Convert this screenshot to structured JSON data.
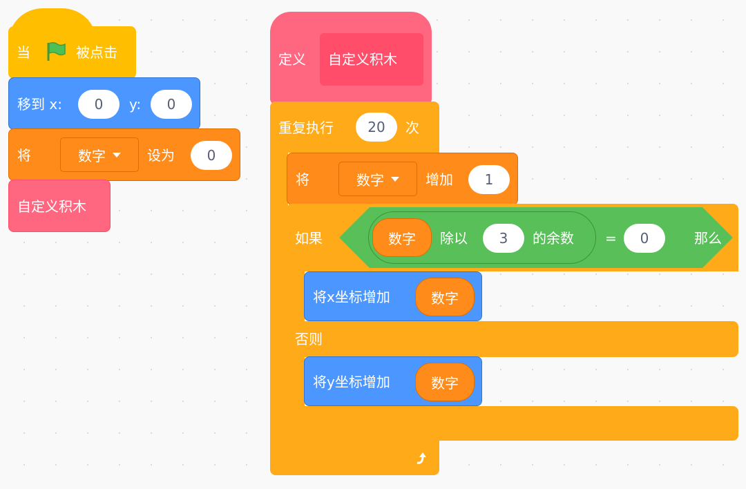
{
  "colors": {
    "events": "#ffbf00",
    "motion": "#4c97ff",
    "variables": "#ff8c1a",
    "myblocks": "#ff6680",
    "control": "#ffab19",
    "operators": "#59c059"
  },
  "script1": {
    "hat": {
      "before": "当",
      "icon": "green-flag-icon",
      "after": "被点击"
    },
    "goto": {
      "label": "移到 x:",
      "x": "0",
      "ylabel": "y:",
      "y": "0"
    },
    "setvar": {
      "label": "将",
      "var": "数字",
      "to": "设为",
      "value": "0"
    },
    "call": {
      "label": "自定义积木"
    }
  },
  "script2": {
    "define": {
      "label": "定义",
      "name": "自定义积木"
    },
    "repeat": {
      "label": "重复执行",
      "count": "20",
      "suffix": "次"
    },
    "change": {
      "label": "将",
      "var": "数字",
      "by": "增加",
      "value": "1"
    },
    "ifelse": {
      "if": "如果",
      "then": "那么",
      "else": "否则",
      "cond": {
        "var": "数字",
        "mod": "除以",
        "divisor": "3",
        "rem": "的余数",
        "eq": "=",
        "value": "0"
      }
    },
    "changex": {
      "label": "将x坐标增加",
      "var": "数字"
    },
    "changey": {
      "label": "将y坐标增加",
      "var": "数字"
    }
  }
}
